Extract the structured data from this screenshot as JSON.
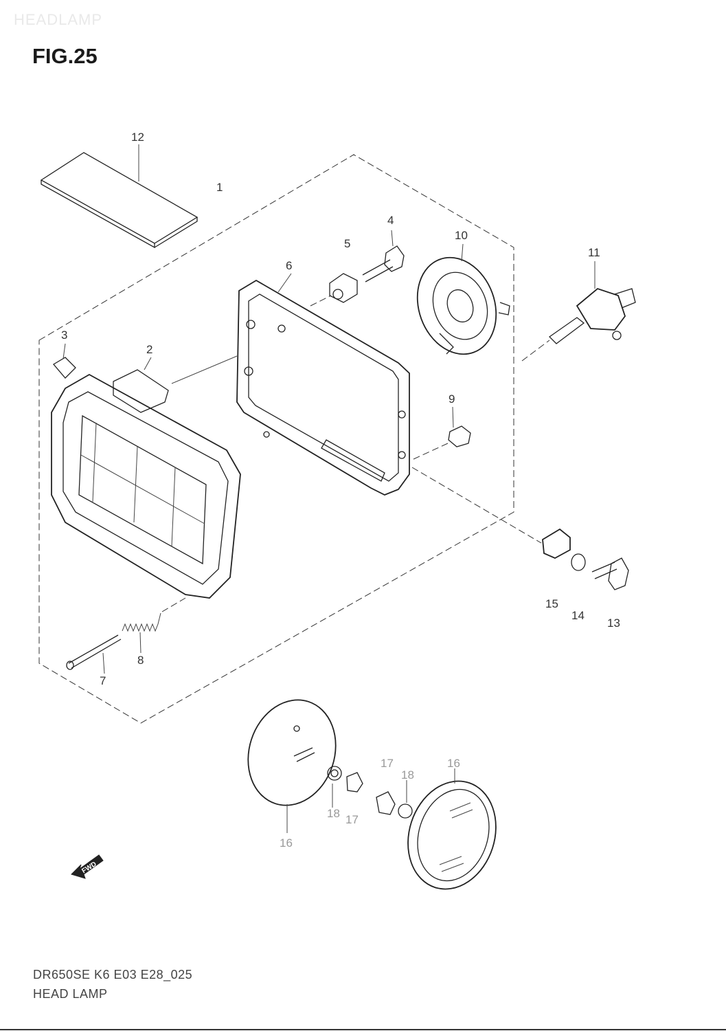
{
  "header": {
    "watermark": "HEADLAMP",
    "figure_title": "FIG.25"
  },
  "footer": {
    "code": "DR650SE K6 E03 E28_025",
    "name": "HEAD LAMP"
  },
  "fwd_mark": "FWD",
  "callouts": [
    {
      "id": "c12",
      "label": "12"
    },
    {
      "id": "c1",
      "label": "1"
    },
    {
      "id": "c4",
      "label": "4"
    },
    {
      "id": "c5",
      "label": "5"
    },
    {
      "id": "c10",
      "label": "10"
    },
    {
      "id": "c11",
      "label": "11"
    },
    {
      "id": "c6",
      "label": "6"
    },
    {
      "id": "c3",
      "label": "3"
    },
    {
      "id": "c2",
      "label": "2"
    },
    {
      "id": "c9",
      "label": "9"
    },
    {
      "id": "c15",
      "label": "15"
    },
    {
      "id": "c14",
      "label": "14"
    },
    {
      "id": "c13",
      "label": "13"
    },
    {
      "id": "c8",
      "label": "8"
    },
    {
      "id": "c7",
      "label": "7"
    },
    {
      "id": "c17a",
      "label": "17"
    },
    {
      "id": "c18a",
      "label": "18"
    },
    {
      "id": "c16a",
      "label": "16"
    },
    {
      "id": "c18b",
      "label": "18"
    },
    {
      "id": "c17b",
      "label": "17"
    },
    {
      "id": "c16b",
      "label": "16"
    }
  ]
}
